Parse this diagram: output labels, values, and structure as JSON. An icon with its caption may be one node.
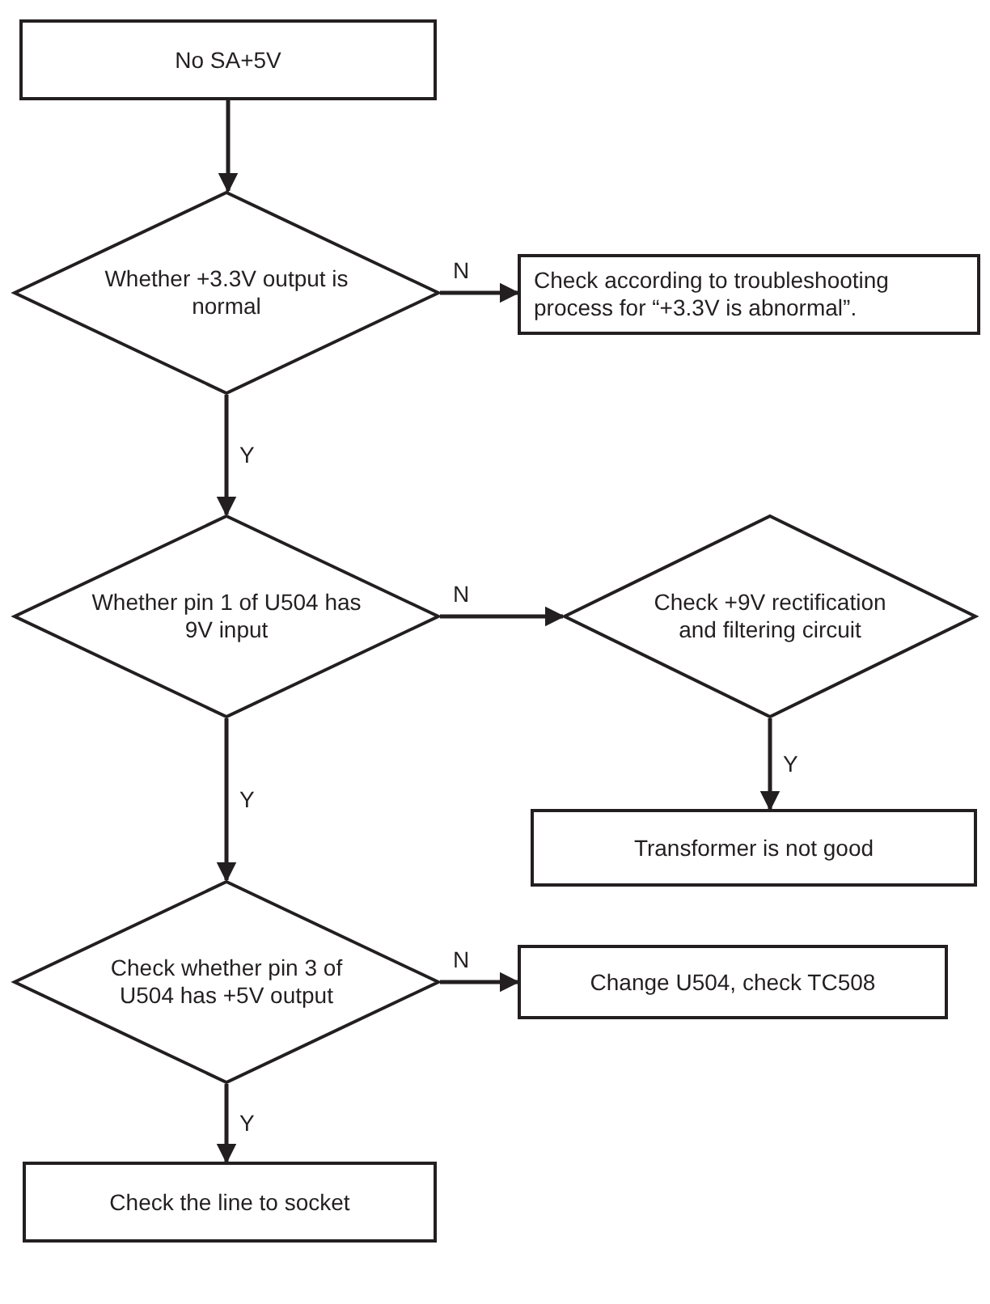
{
  "diagram": {
    "nodes": [
      {
        "text": [
          "No SA+5V"
        ]
      },
      {
        "text": [
          "Whether +3.3V output is normal"
        ]
      },
      {
        "text": [
          "Check according to troubleshooting process for “+3.3V is abnormal”."
        ]
      },
      {
        "text": [
          "Whether pin 1 of U504 has 9V input"
        ]
      },
      {
        "text": [
          "Check +9V rectification and filtering circuit"
        ]
      },
      {
        "text": [
          "Transformer is not good"
        ]
      },
      {
        "text": [
          "Check whether pin 3 of U504 has +5V output"
        ]
      },
      {
        "text": [
          "Change U504, check TC508"
        ]
      },
      {
        "text": [
          "Check the line to socket"
        ]
      }
    ],
    "edges": [
      {
        "from": 0,
        "to": 1,
        "arrow": "to"
      },
      {
        "from": 1,
        "to": 2,
        "arrow": "to",
        "label": "N"
      },
      {
        "from": 1,
        "to": 3,
        "arrow": "to",
        "label": "Y"
      },
      {
        "from": 3,
        "to": 4,
        "arrow": "to",
        "label": "N"
      },
      {
        "from": 4,
        "to": 5,
        "arrow": "to",
        "label": "Y"
      },
      {
        "from": 3,
        "to": 6,
        "arrow": "to",
        "label": "Y"
      },
      {
        "from": 6,
        "to": 7,
        "arrow": "to",
        "label": "N"
      },
      {
        "from": 6,
        "to": 8,
        "arrow": "to",
        "label": "Y"
      }
    ]
  }
}
